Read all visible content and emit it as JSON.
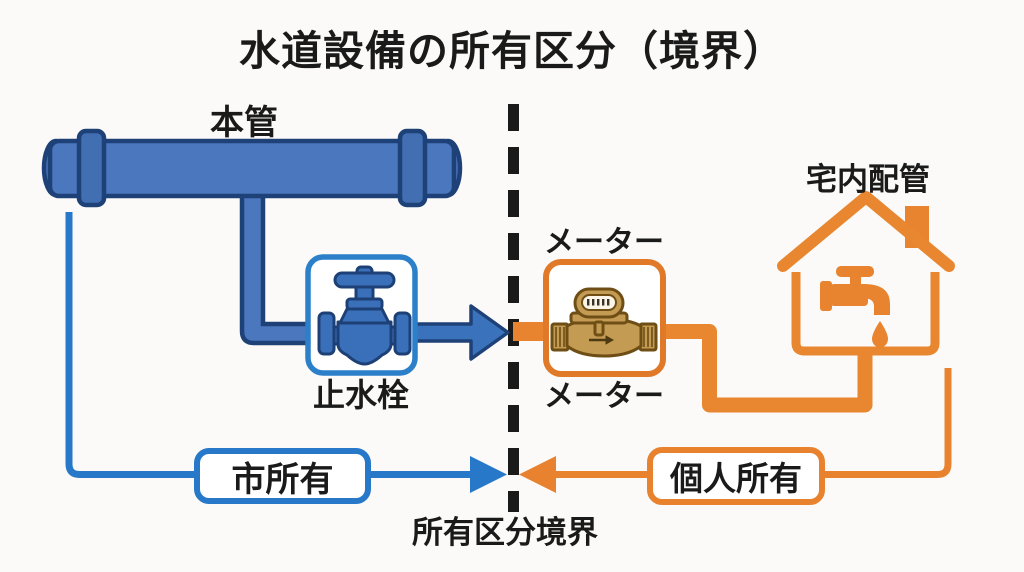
{
  "title": "水道設備の所有区分（境界）",
  "labels": {
    "main_pipe": "本管",
    "stop_valve": "止水栓",
    "meter_top": "メーター",
    "meter_bottom": "メーター",
    "house_piping": "宅内配管",
    "city_owned": "市所有",
    "private_owned": "個人所有",
    "boundary": "所有区分境界"
  },
  "icons": {
    "main_pipe": "water-main-pipe-icon",
    "branch_pipe": "branch-pipe-icon",
    "stop_valve": "gate-valve-icon",
    "water_meter": "water-meter-icon",
    "house": "house-icon",
    "faucet": "faucet-icon",
    "water_drop": "water-drop-icon",
    "boundary_line": "dashed-boundary-line",
    "city_arrow": "blue-right-arrow-icon",
    "private_arrow": "orange-left-arrow-icon",
    "flow_arrow": "blue-flow-arrow-icon"
  },
  "colors": {
    "pipe_blue": "#4a77be",
    "pipe_blue_outline": "#1e4178",
    "accent_blue": "#2778c8",
    "accent_orange": "#e8822e",
    "pipe_orange": "#e8832f",
    "brass": "#c49b52",
    "brass_outline": "#6e4e15",
    "boundary_black": "#1a1a1a",
    "text": "#1a1a1a",
    "background": "#fbfaf8"
  }
}
